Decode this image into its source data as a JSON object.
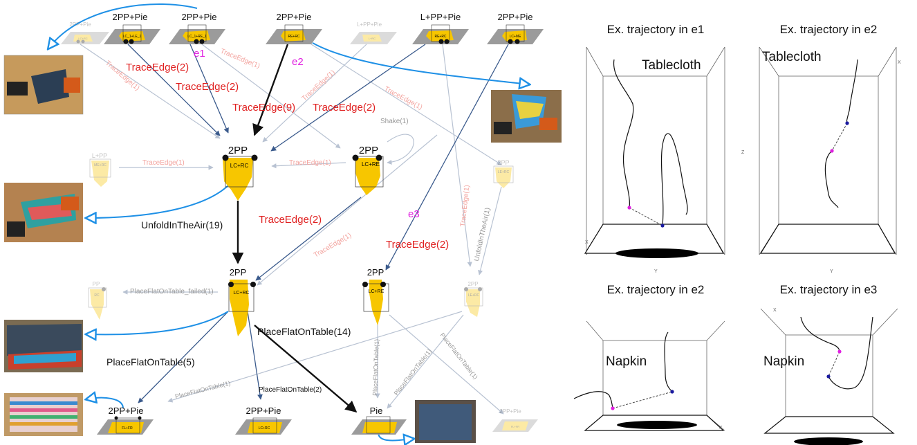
{
  "colors": {
    "cloth_yellow": "#f7c600",
    "cloth_faded": "#fbe7a0",
    "table_grey": "#9b9b9b",
    "edge_red": "#e02020",
    "edge_faded_red": "#f3a5a0",
    "edge_faded_grey": "#b8c2d2",
    "arrow_dark_blue": "#3a5a8c",
    "callout_blue": "#1e90e6",
    "episode_magenta": "#e020e0",
    "marker_magenta": "#e020e0",
    "marker_blue": "#1a1aa0"
  },
  "graph": {
    "top_states": [
      {
        "label": "2PP+Pie",
        "inner": "LC+RC",
        "faded": true
      },
      {
        "label": "2PP+Pie",
        "inner": "LC_1+LE_1",
        "faded": false
      },
      {
        "label": "2PP+Pie",
        "inner": "LC_1+RE_1",
        "faded": false
      },
      {
        "label": "2PP+Pie",
        "inner": "RE+RC",
        "faded": false
      },
      {
        "label": "L+PP+Pie",
        "inner": "L+RC",
        "faded": true
      },
      {
        "label": "L+PP+Pie",
        "inner": "RE+RC",
        "faded": false
      },
      {
        "label": "2PP+Pie",
        "inner": "LC+ME",
        "faded": false
      }
    ],
    "mid_states": [
      {
        "label": "L+PP",
        "inner": "ME+RC",
        "faded": true
      },
      {
        "label": "2PP",
        "inner": "LC+RC",
        "faded": false
      },
      {
        "label": "2PP",
        "inner": "LC+RE",
        "faded": false
      },
      {
        "label": "2PP",
        "inner": "LE+RC",
        "faded": true
      }
    ],
    "lower_states": [
      {
        "label": "PP",
        "inner": "RC",
        "faded": true
      },
      {
        "label": "2PP",
        "inner": "LC+RC",
        "faded": false
      },
      {
        "label": "2PP",
        "inner": "LC+RE",
        "faded": false
      },
      {
        "label": "2PP",
        "inner": "LE+RC",
        "faded": true
      }
    ],
    "bottom_states": [
      {
        "label": "2PP+Pie",
        "inner": "FL+FR",
        "faded": false
      },
      {
        "label": "2PP+Pie",
        "inner": "LC+RC",
        "faded": false
      },
      {
        "label": "Pie",
        "inner": "",
        "faded": false
      },
      {
        "label": "2PP+Pie",
        "inner": "FL+FR",
        "faded": true
      }
    ],
    "episodes": [
      "e1",
      "e2",
      "e3"
    ],
    "edge_labels": {
      "te2_a": "TraceEdge(2)",
      "te2_b": "TraceEdge(2)",
      "te9": "TraceEdge(9)",
      "te2_c": "TraceEdge(2)",
      "te2_d": "TraceEdge(2)",
      "te2_e": "TraceEdge(2)",
      "te1_a": "TraceEdge(1)",
      "te1_b": "TraceEdge(1)",
      "te1_c": "TraceEdge(1)",
      "te1_d": "TraceEdge(1)",
      "te1_e": "TraceEdge(1)",
      "te1_f": "TraceEdge(1)",
      "te1_g": "TraceEdge(1)",
      "te1_h": "TraceEdge(1)",
      "te1_i": "TraceEdge(1)",
      "shake": "Shake(1)",
      "unfold19": "UnfoldInTheAir(19)",
      "unfold1": "UnfoldInTheAir(1)",
      "pfot_failed": "PlaceFlatOnTable_failed(1)",
      "pfot14": "PlaceFlatOnTable(14)",
      "pfot5": "PlaceFlatOnTable(5)",
      "pfot2": "PlaceFlatOnTable(2)",
      "pfot1_a": "PlaceFlatOnTable(1)",
      "pfot1_b": "PlaceFlatOnTable(1)",
      "pfot1_c": "PlaceFlatOnTable(1)",
      "pfot1_d": "PlaceFlatOnTable(1)"
    }
  },
  "trajectories": [
    {
      "title": "Ex. trajectory in e1",
      "cloth": "Tablecloth"
    },
    {
      "title": "Ex. trajectory in e2",
      "cloth": "Tablecloth"
    },
    {
      "title": "Ex. trajectory in e2",
      "cloth": "Napkin"
    },
    {
      "title": "Ex. trajectory in e3",
      "cloth": "Napkin"
    }
  ],
  "axis_letters": {
    "x": "X",
    "y": "Y",
    "z": "Z"
  }
}
